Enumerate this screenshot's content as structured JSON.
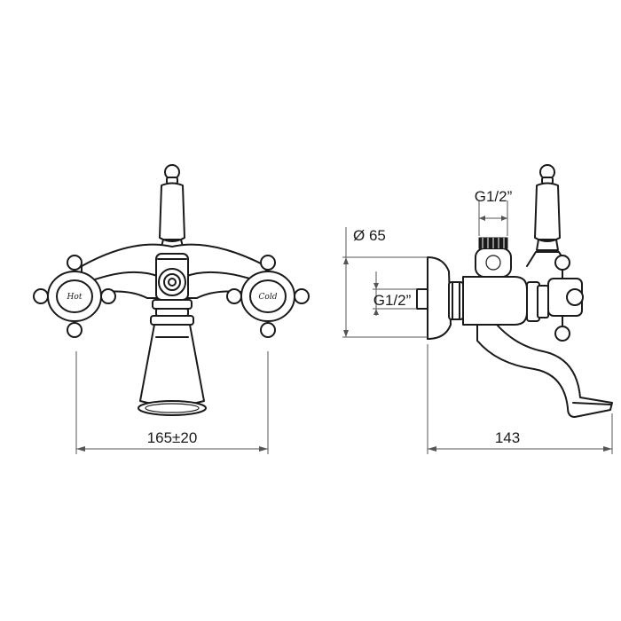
{
  "dimensions": {
    "width_front": "165±20",
    "length_side": "143",
    "diameter": "Ø 65",
    "thread_top": "G1/2”",
    "thread_side": "G1/2”"
  },
  "handles": {
    "hot_label": "Hot",
    "cold_label": "Cold"
  },
  "colors": {
    "line": "#1a1a1a",
    "dimension": "#555555",
    "background": "#ffffff"
  }
}
